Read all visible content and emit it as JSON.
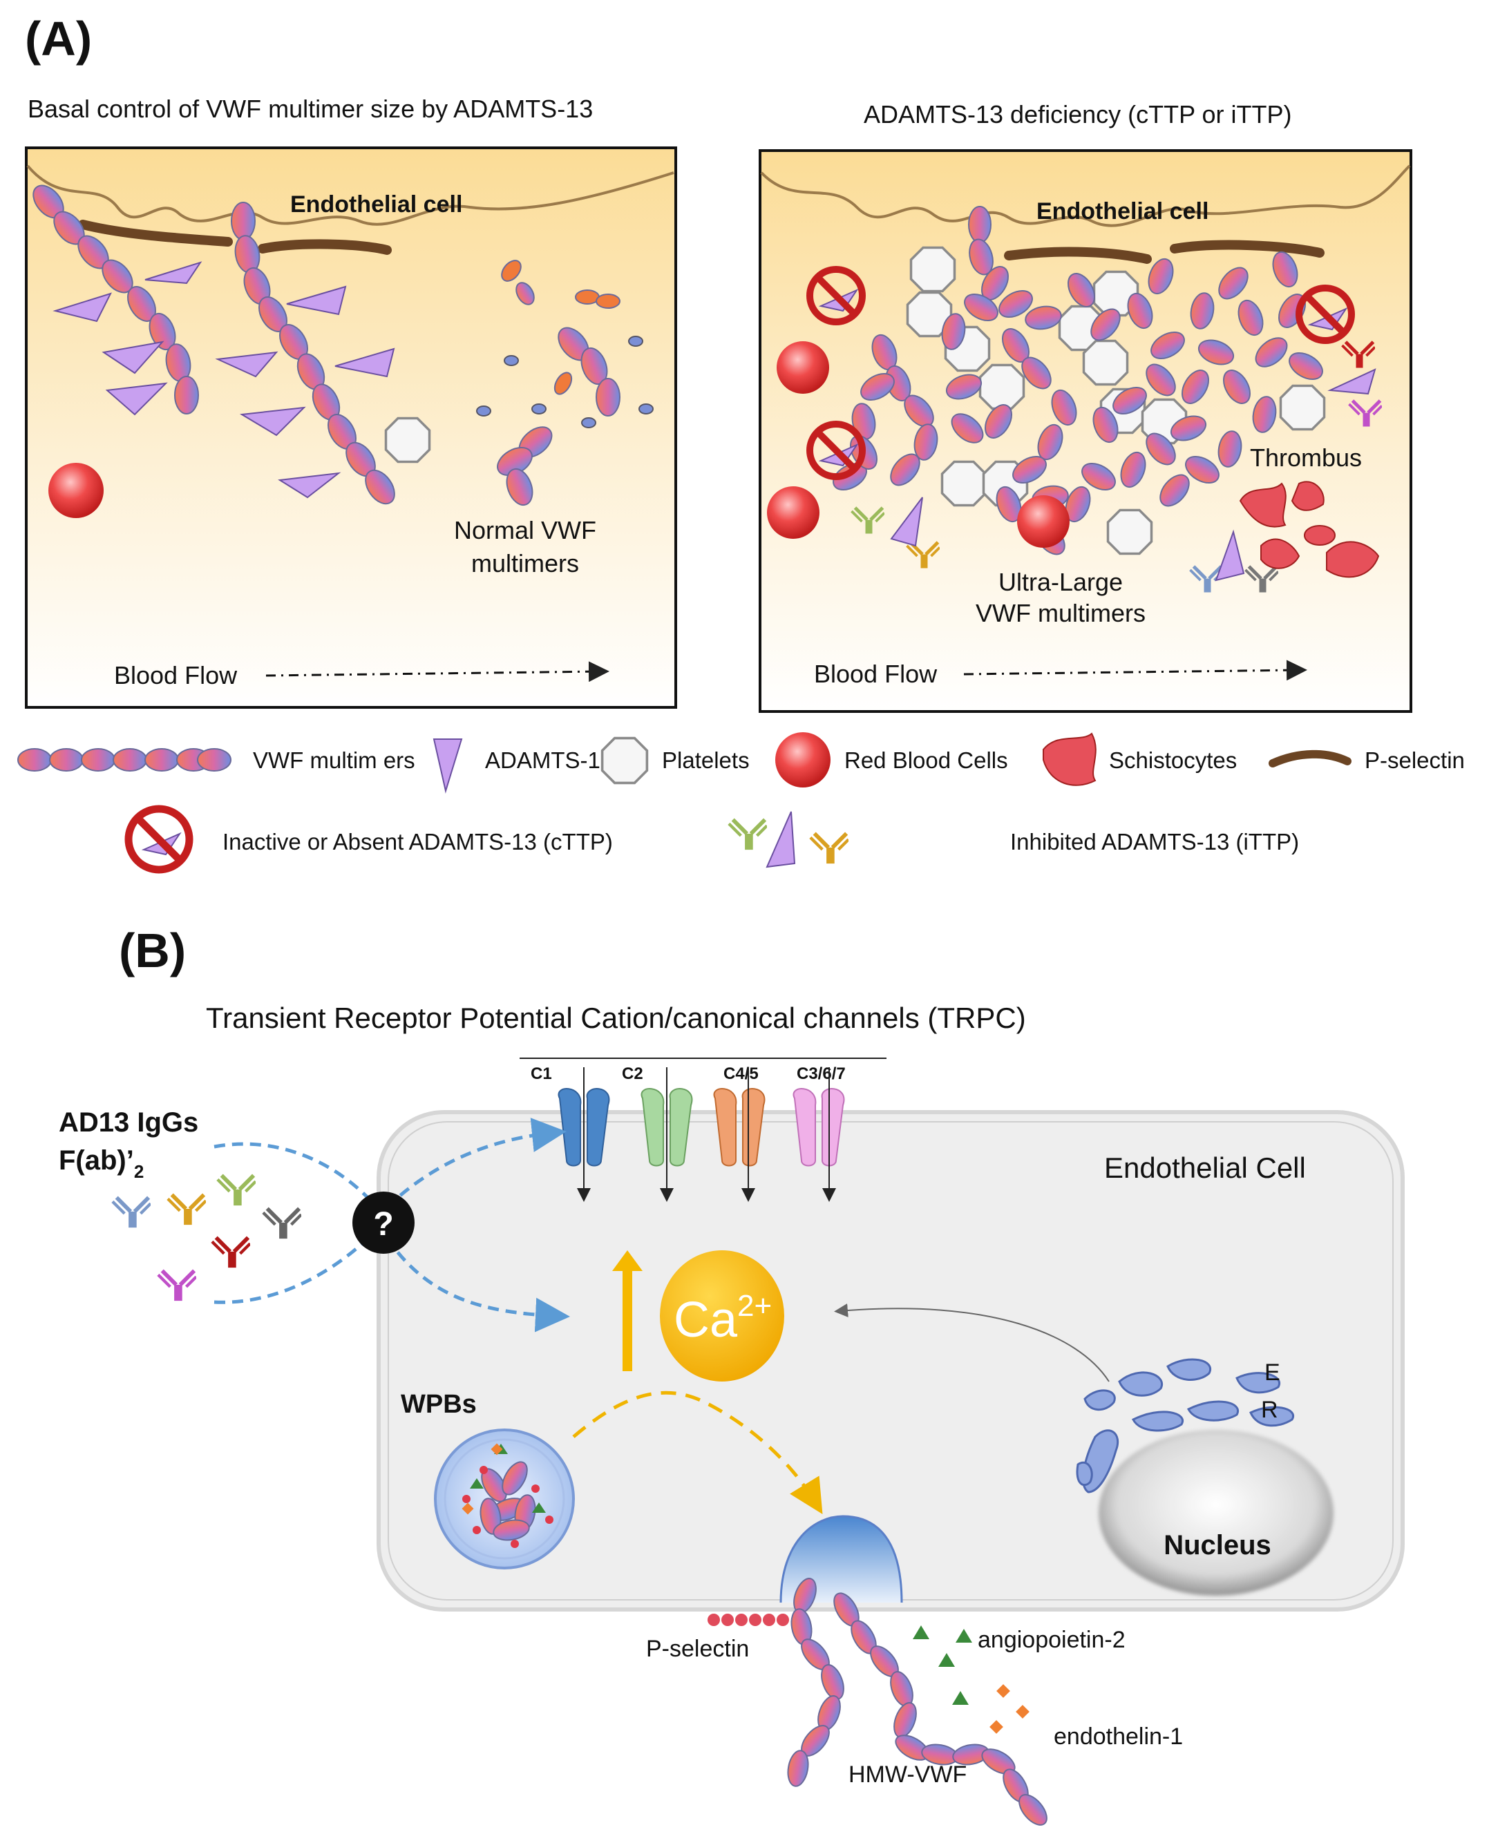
{
  "panelA": {
    "label": "(A)",
    "left_title": "Basal control of VWF multimer size by ADAMTS-13",
    "right_title": "ADAMTS-13 deficiency (cTTP or iTTP)",
    "endothelial_cell_left": "Endothelial cell",
    "endothelial_cell_right": "Endothelial cell",
    "normal_vwf_line1": "Normal VWF",
    "normal_vwf_line2": "multimers",
    "thrombus": "Thrombus",
    "ulvwf_line1": "Ultra-Large",
    "ulvwf_line2": "VWF multimers",
    "blood_flow_left": "Blood Flow",
    "blood_flow_right": "Blood Flow"
  },
  "legend": {
    "vwf_multimers": "VWF multim ers",
    "adamts": "ADAMTS-1",
    "platelets": "Platelets",
    "red_blood_cells": "Red Blood Cells",
    "schistocytes": "Schistocytes",
    "p_selectin": "P-selectin",
    "inactive": "Inactive or Absent ADAMTS-13  (cTTP)",
    "inhibited": "Inhibited ADAMTS-13  (iTTP)"
  },
  "panelB": {
    "label": "(B)",
    "title": "Transient Receptor Potential Cation/canonical channels (TRPC)",
    "channels": [
      "C1",
      "C2",
      "C4/5",
      "C3/6/7"
    ],
    "igg_line1": "AD13 IgGs",
    "igg_line2": "F(ab)’",
    "igg_sub": "2",
    "question": "?",
    "endothelial_cell": "Endothelial Cell",
    "ca": "Ca",
    "ca_sup": "2+",
    "wpbs": "WPBs",
    "er_e": "E",
    "er_r": "R",
    "nucleus": "Nucleus",
    "p_selectin": "P-selectin",
    "angiopoietin": "angiopoietin-2",
    "endothelin": "endothelin-1",
    "hmw_vwf": "HMW-VWF"
  },
  "colors": {
    "vwf_red": "#e06a6a",
    "vwf_blue": "#7b8fd6",
    "adamts": "#c8a0f0",
    "rbc": "#e02a2a",
    "calcium": "#f5b800",
    "dash_blue": "#5b9bd5",
    "dash_yellow": "#f0b400",
    "trpc1": "#4a86c8",
    "trpc2": "#a8d8a0",
    "trpc45": "#f0a070",
    "trpc367": "#f0b0e8"
  }
}
